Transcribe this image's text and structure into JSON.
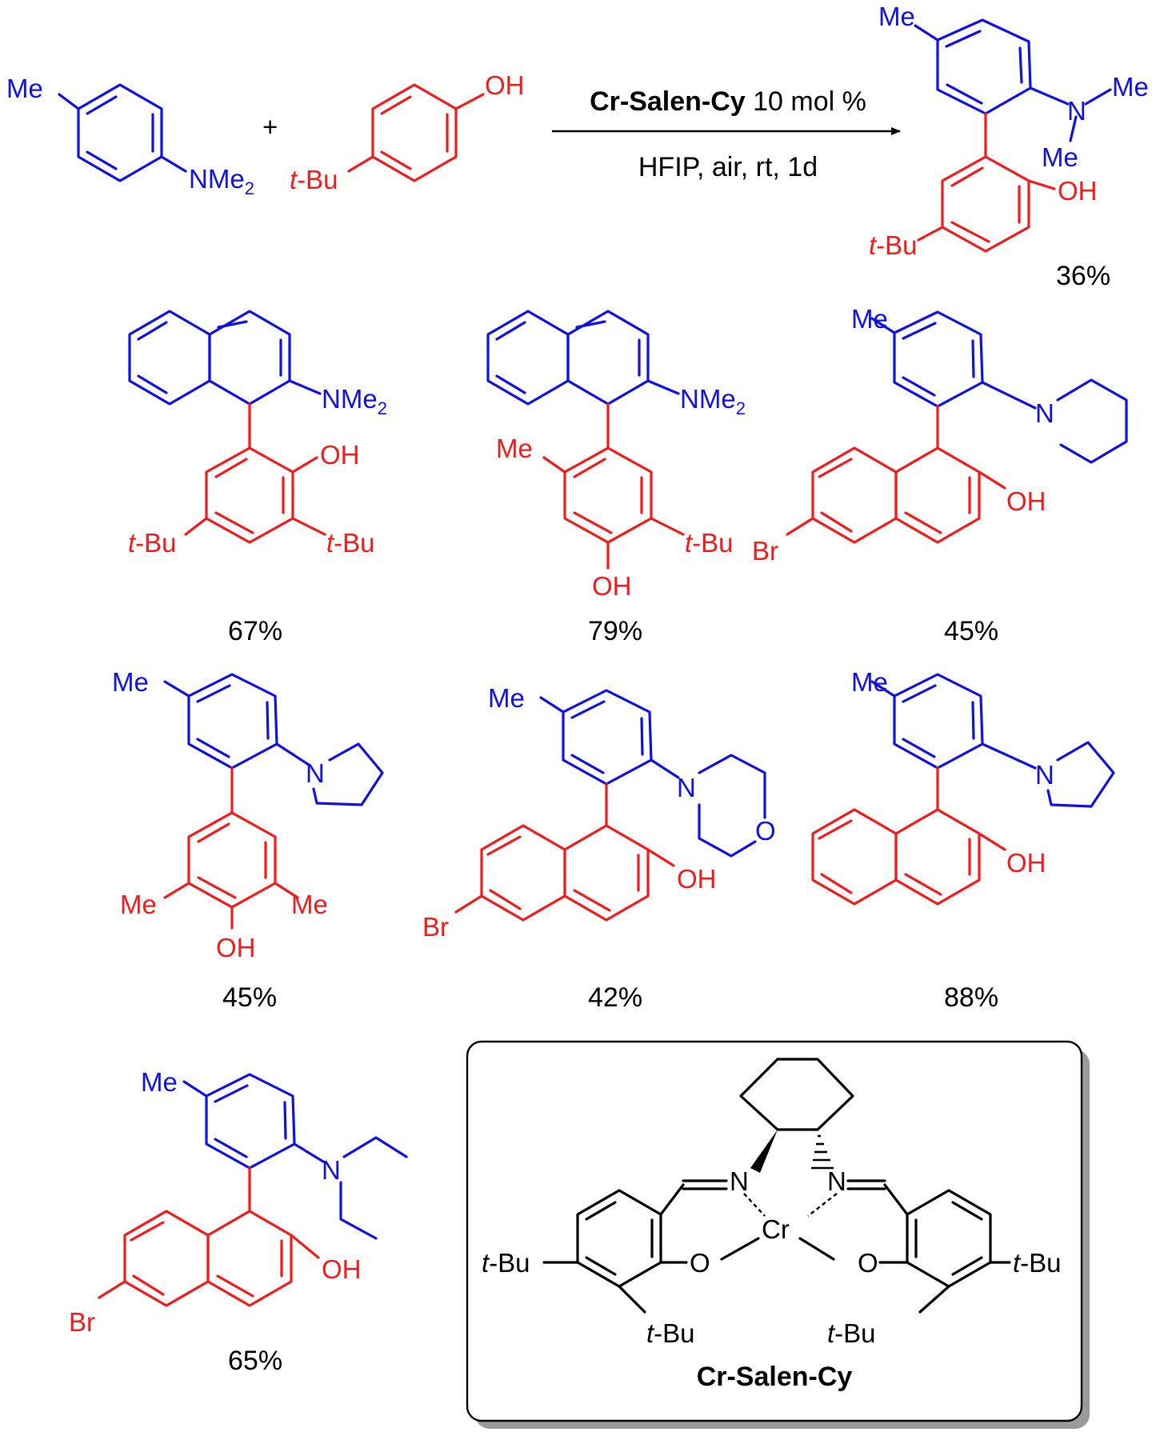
{
  "colors": {
    "amine": "#1010e0",
    "phenol": "#ee1c1c",
    "catalyst": "#000000",
    "box_shadow": "#9a9a9a"
  },
  "labels": {
    "me": "Me",
    "nme2": "NMe",
    "sub2": "2",
    "oh": "OH",
    "tbu_t": "t",
    "tbu_rest": "-Bu",
    "br": "Br",
    "n": "N",
    "o": "O",
    "cr": "Cr",
    "plus": "+"
  },
  "reaction": {
    "catalyst_name": "Cr-Salen-Cy",
    "catalyst_loading": " 10 mol %",
    "conditions": "HFIP, air, rt, 1d"
  },
  "yields": {
    "p1": "36%",
    "p2": "67%",
    "p3": "79%",
    "p4": "45%",
    "p5": "45%",
    "p6": "42%",
    "p7": "88%",
    "p8": "65%"
  },
  "catalyst_box": {
    "caption": "Cr-Salen-Cy"
  }
}
